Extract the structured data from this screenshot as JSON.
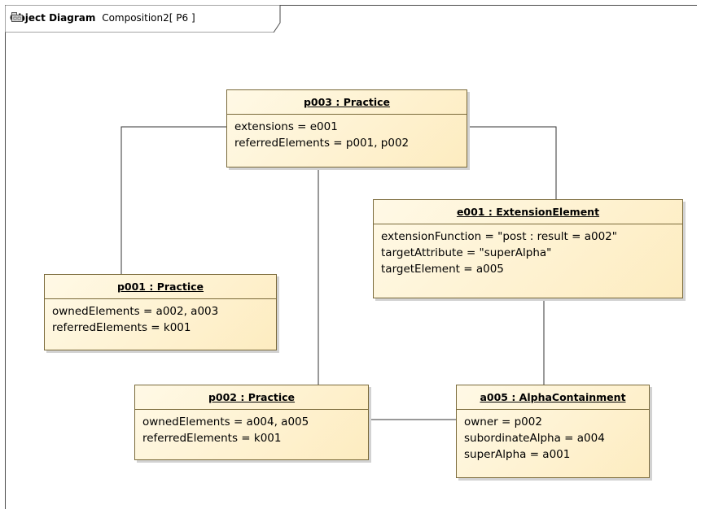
{
  "frame": {
    "kind": "Object Diagram",
    "name": "Composition2",
    "open_bracket": "[",
    "package_icon": "package-icon",
    "package": "P6",
    "close_bracket": "]"
  },
  "objects": {
    "p003": {
      "title": "p003 : Practice",
      "attrs": [
        "extensions = e001",
        "referredElements = p001, p002"
      ]
    },
    "e001": {
      "title": "e001 : ExtensionElement",
      "attrs": [
        "extensionFunction = \"post : result = a002\"",
        "targetAttribute = \"superAlpha\"",
        "targetElement = a005"
      ]
    },
    "p001": {
      "title": "p001 : Practice",
      "attrs": [
        "ownedElements = a002, a003",
        "referredElements = k001"
      ]
    },
    "p002": {
      "title": "p002 : Practice",
      "attrs": [
        "ownedElements = a004, a005",
        "referredElements = k001"
      ]
    },
    "a005": {
      "title": "a005 : AlphaContainment",
      "attrs": [
        "owner = p002",
        "subordinateAlpha = a004",
        "superAlpha = a001"
      ]
    }
  },
  "colors": {
    "node_fill_top": "#fff9e6",
    "node_fill_bottom": "#fdecc0",
    "node_border": "#7a6a3a",
    "line": "#333333"
  }
}
